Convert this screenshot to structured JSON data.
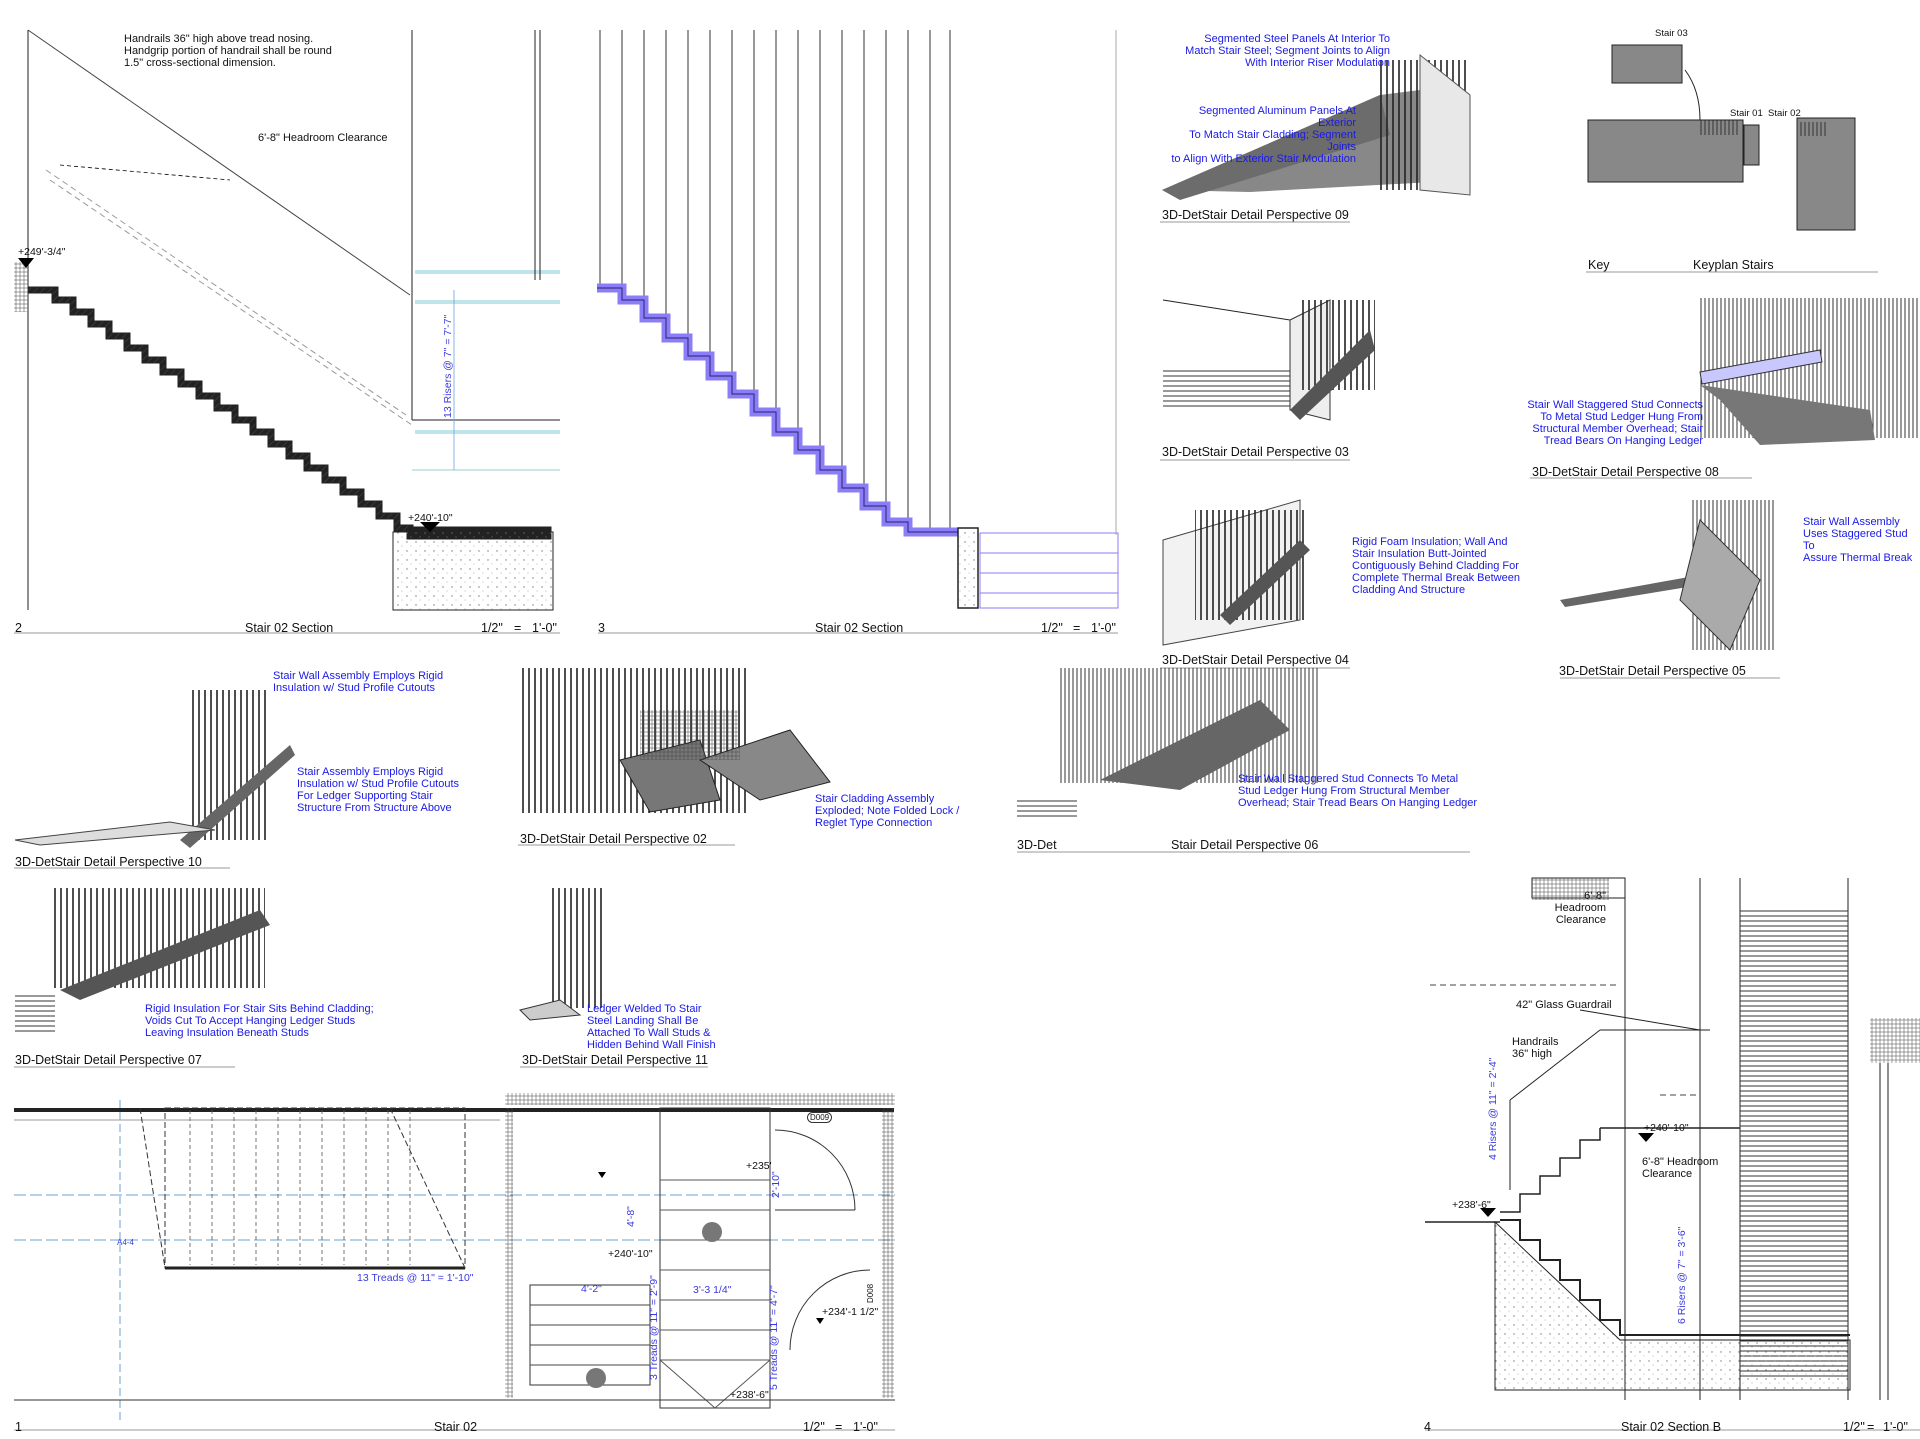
{
  "colors": {
    "annotation": "#1a1ae6",
    "stair_fill": "#8b7cf7",
    "dimension": "#3a3adf",
    "line": "#222222",
    "grid": "#6aa3d8"
  },
  "section2": {
    "number": "2",
    "title": "Stair 02 Section",
    "scale_left": "1/2\"",
    "scale_eq": "=",
    "scale_right": "1'-0\"",
    "note_handrail": "Handrails 36\" high above tread nosing.\nHandgrip portion of handrail shall be round\n1.5\" cross-sectional dimension.",
    "note_headroom": "6'-8\" Headroom Clearance",
    "level_top": "+249'-3/4\"",
    "level_bottom": "+240'-10\"",
    "risers": "13 Risers @ 7\" = 7'-7\""
  },
  "section3": {
    "number": "3",
    "title": "Stair 02 Section",
    "scale_left": "1/2\"",
    "scale_eq": "=",
    "scale_right": "1'-0\""
  },
  "p09": {
    "title": "3D-DetStair Detail Perspective 09",
    "note1": "Segmented Steel Panels At Interior To\nMatch Stair Steel; Segment Joints to Align\nWith Interior Riser Modulation",
    "note2": "Segmented Aluminum Panels At Exterior\nTo Match Stair Cladding; Segment Joints\nto Align With Exterior Stair Modulation"
  },
  "keyplan": {
    "label_key": "Key",
    "title": "Keyplan Stairs",
    "stair03": "Stair 03",
    "stair01": "Stair 01",
    "stair02": "Stair 02"
  },
  "p03": {
    "title": "3D-DetStair Detail Perspective 03"
  },
  "p08": {
    "title": "3D-DetStair Detail Perspective 08",
    "note": "Stair Wall Staggered Stud Connects\nTo Metal Stud Ledger Hung From\nStructural Member Overhead; Stair\nTread Bears On Hanging Ledger"
  },
  "p04": {
    "title": "3D-DetStair Detail Perspective 04",
    "note": "Rigid Foam Insulation; Wall And\nStair Insulation Butt-Jointed\nContiguously Behind Cladding For\nComplete Thermal Break Between\nCladding And Structure"
  },
  "p05": {
    "title": "3D-DetStair Detail Perspective 05",
    "note": "Stair Wall Assembly\nUses Staggered Stud To\nAssure Thermal Break"
  },
  "p10": {
    "title": "3D-DetStair Detail Perspective 10",
    "note1": "Stair Wall Assembly Employs Rigid\nInsulation w/ Stud Profile Cutouts",
    "note2": "Stair Assembly Employs Rigid\nInsulation w/ Stud Profile Cutouts\nFor Ledger Supporting Stair\nStructure From Structure Above"
  },
  "p02": {
    "title": "3D-DetStair Detail Perspective 02",
    "note": "Stair Cladding Assembly\nExploded; Note Folded Lock /\nReglet Type Connection"
  },
  "p06": {
    "title_left": "3D-Det",
    "title_right": "Stair Detail Perspective 06",
    "note": "Stair Wall Staggered Stud Connects To Metal\nStud Ledger Hung From Structural Member\nOverhead; Stair Tread Bears On Hanging Ledger"
  },
  "p07": {
    "title": "3D-DetStair Detail Perspective 07",
    "note": "Rigid Insulation For Stair Sits Behind Cladding;\nVoids Cut To Accept Hanging Ledger Studs\nLeaving Insulation Beneath Studs"
  },
  "p11": {
    "title": "3D-DetStair Detail Perspective 11",
    "note": "Ledger Welded To Stair\nSteel Landing Shall Be\nAttached To Wall Studs &\nHidden Behind Wall Finish"
  },
  "plan1": {
    "number": "1",
    "title": "Stair 02",
    "scale_left": "1/2\"",
    "scale_eq": "=",
    "scale_right": "1'-0\"",
    "treads_main": "13 Treads @ 11\" = 1'-10\"",
    "lvl_235": "+235'",
    "lvl_240": "+240'-10\"",
    "lvl_234": "+234'-1 1/2\"",
    "lvl_238": "+238'-6\"",
    "dim_2_10": "2'-10\"",
    "dim_4_8": "4'-8\"",
    "dim_3_3": "3'-3 1/4\"",
    "dim_4_2": "4'-2\"",
    "treads_3": "3 Treads @ 11\" = 2'-9\"",
    "treads_5": "5 Treads @ 11\" = 4'-7\"",
    "tag_d009": "D009",
    "tag_d008": "D008",
    "tag_a4": "A4-4"
  },
  "section4": {
    "number": "4",
    "title": "Stair 02 Section B",
    "scale_left": "1/2\"",
    "scale_eq": "=",
    "scale_right": "1'-0\"",
    "headroom_top": "6'-8\" Headroom\nClearance",
    "guardrail": "42\" Glass Guardrail",
    "handrails": "Handrails\n36\" high",
    "lvl_240": "+240'-10\"",
    "headroom_mid": "6'-8\" Headroom\nClearance",
    "lvl_238": "+238'-6\"",
    "risers_top": "4 Risers @ 11\" = 2'-4\"",
    "risers_bottom": "6 Risers @ 7\" = 3'-6\""
  }
}
